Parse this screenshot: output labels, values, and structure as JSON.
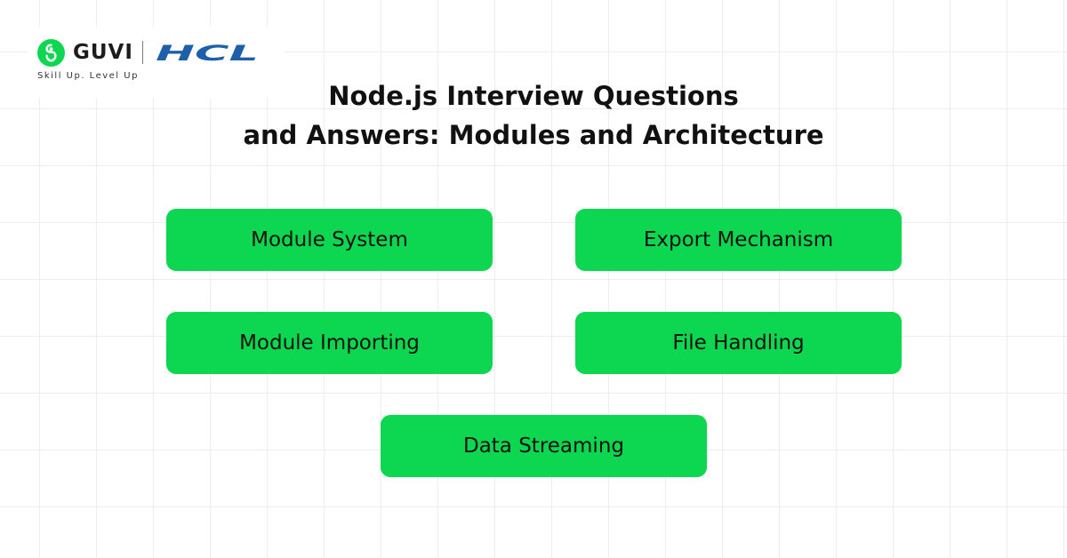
{
  "brand": {
    "primary_name": "GUVI",
    "partner_name": "HCL",
    "tagline": "Skill Up. Level Up",
    "guvi_color": "#0dd750",
    "hcl_color": "#1d5fa8"
  },
  "title": {
    "line1": "Node.js Interview Questions",
    "line2": "and Answers: Modules and Architecture"
  },
  "topics": [
    {
      "label": "Module System"
    },
    {
      "label": "Export Mechanism"
    },
    {
      "label": "Module Importing"
    },
    {
      "label": "File Handling"
    },
    {
      "label": "Data Streaming"
    }
  ],
  "colors": {
    "topic_box": "#0dd750",
    "grid_line": "#ededed",
    "background": "#ffffff"
  }
}
